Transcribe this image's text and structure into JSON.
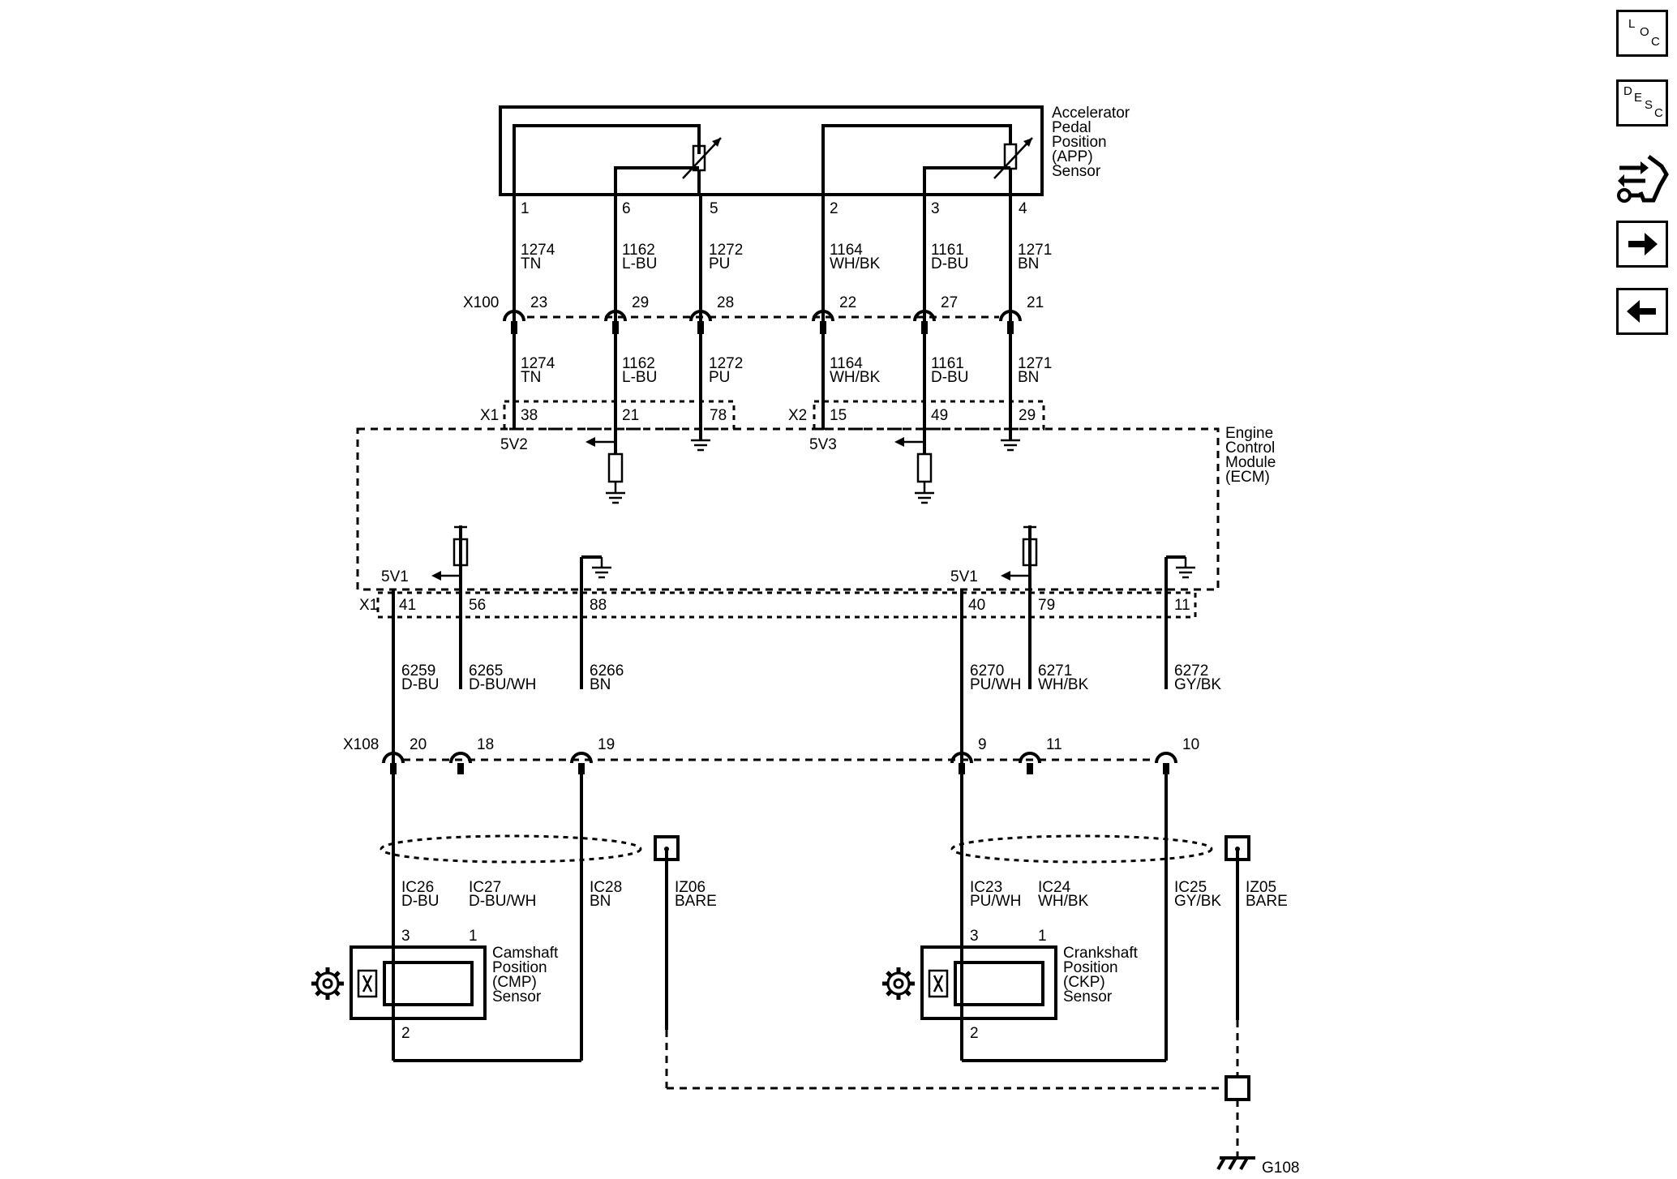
{
  "app": {
    "module_labels": {
      "app_sensor": [
        "Accelerator",
        "Pedal",
        "Position",
        "(APP)",
        "Sensor"
      ],
      "ecm": [
        "Engine",
        "Control",
        "Module",
        "(ECM)"
      ],
      "cmp": [
        "Camshaft",
        "Position",
        "(CMP)",
        "Sensor"
      ],
      "ckp": [
        "Crankshaft",
        "Position",
        "(CKP)",
        "Sensor"
      ]
    },
    "app_pins": [
      "1",
      "6",
      "5",
      "2",
      "3",
      "4"
    ],
    "app_wires_top": [
      {
        "num": "1274",
        "color": "TN"
      },
      {
        "num": "1162",
        "color": "L-BU"
      },
      {
        "num": "1272",
        "color": "PU"
      },
      {
        "num": "1164",
        "color": "WH/BK"
      },
      {
        "num": "1161",
        "color": "D-BU"
      },
      {
        "num": "1271",
        "color": "BN"
      }
    ],
    "x100": {
      "name": "X100",
      "pins": [
        "23",
        "29",
        "28",
        "22",
        "27",
        "21"
      ]
    },
    "app_wires_bottom": [
      {
        "num": "1274",
        "color": "TN"
      },
      {
        "num": "1162",
        "color": "L-BU"
      },
      {
        "num": "1272",
        "color": "PU"
      },
      {
        "num": "1164",
        "color": "WH/BK"
      },
      {
        "num": "1161",
        "color": "D-BU"
      },
      {
        "num": "1271",
        "color": "BN"
      }
    ],
    "ecm_top_connectors": [
      {
        "name": "X1",
        "pins": [
          "38",
          "21",
          "78"
        ]
      },
      {
        "name": "X2",
        "pins": [
          "15",
          "49",
          "29"
        ]
      }
    ],
    "ecm_top_refs": [
      "5V2",
      "5V3"
    ],
    "ecm_bottom_refs": [
      "5V1",
      "5V1"
    ],
    "ecm_bottom_connector": {
      "name": "X1",
      "pins": [
        "41",
        "56",
        "88",
        "40",
        "79",
        "11"
      ]
    },
    "mid_wires": [
      {
        "num": "6259",
        "color": "D-BU"
      },
      {
        "num": "6265",
        "color": "D-BU/WH"
      },
      {
        "num": "6266",
        "color": "BN"
      },
      {
        "num": "6270",
        "color": "PU/WH"
      },
      {
        "num": "6271",
        "color": "WH/BK"
      },
      {
        "num": "6272",
        "color": "GY/BK"
      }
    ],
    "x108": {
      "name": "X108",
      "pins": [
        "20",
        "18",
        "19",
        "9",
        "11",
        "10"
      ]
    },
    "cmp_wires": [
      {
        "num": "IC26",
        "color": "D-BU"
      },
      {
        "num": "IC27",
        "color": "D-BU/WH"
      },
      {
        "num": "IC28",
        "color": "BN"
      },
      {
        "num": "IZ06",
        "color": "BARE"
      }
    ],
    "ckp_wires": [
      {
        "num": "IC23",
        "color": "PU/WH"
      },
      {
        "num": "IC24",
        "color": "WH/BK"
      },
      {
        "num": "IC25",
        "color": "GY/BK"
      },
      {
        "num": "IZ05",
        "color": "BARE"
      }
    ],
    "cmp_pins": [
      "3",
      "1",
      "2"
    ],
    "ckp_pins": [
      "3",
      "1",
      "2"
    ],
    "ground": "G108",
    "nav": {
      "loc": [
        "L",
        "O",
        "C"
      ],
      "desc": [
        "D",
        "E",
        "S",
        "C"
      ],
      "next_icon": "arrow-right-icon",
      "prev_icon": "arrow-left-icon",
      "connector_icon": "connector-end-view-icon"
    }
  }
}
